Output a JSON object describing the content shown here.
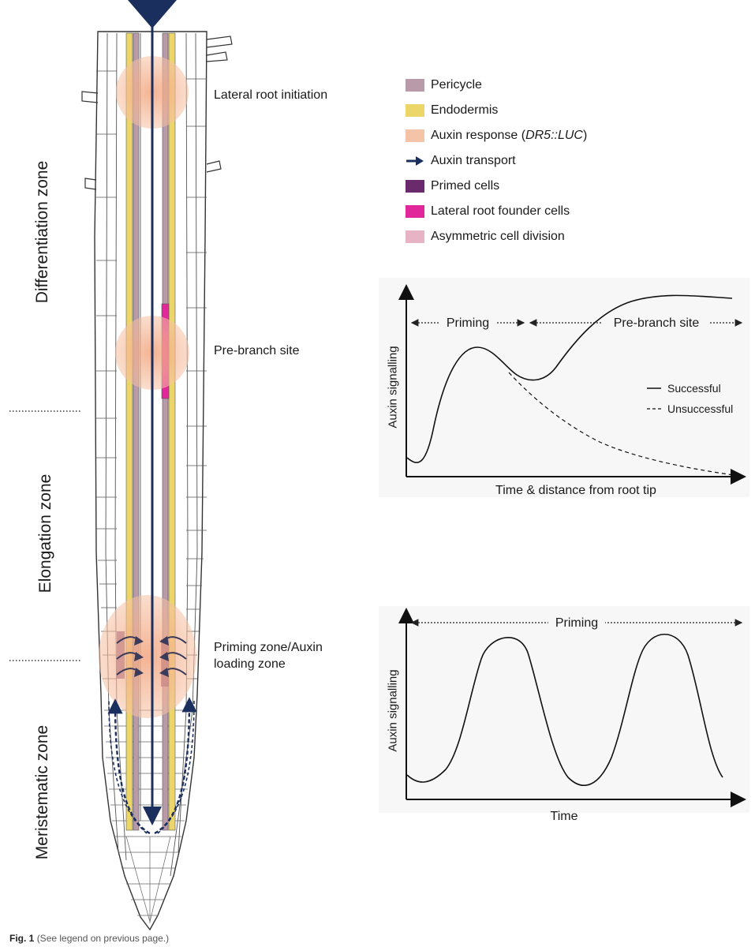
{
  "zones": {
    "differentiation": "Differentiation zone",
    "elongation": "Elongation zone",
    "meristematic": "Meristematic zone"
  },
  "annotations": {
    "lateral_root_initiation": "Lateral root initiation",
    "pre_branch_site": "Pre-branch site",
    "priming_zone_line1": "Priming zone/Auxin",
    "priming_zone_line2": "loading zone"
  },
  "legend": [
    {
      "label": "Pericycle",
      "color": "#b89aa8"
    },
    {
      "label": "Endodermis",
      "color": "#ecd66a"
    },
    {
      "label_pre": "Auxin response (",
      "label_italic": "DR5::LUC",
      "label_post": ")",
      "color": "#f5c4a8"
    },
    {
      "label": "Auxin transport",
      "color": "#1b2f5e",
      "icon": "arrow-icon"
    },
    {
      "label": "Primed cells",
      "color": "#6b2a6b"
    },
    {
      "label": "Lateral root founder cells",
      "color": "#e0289a"
    },
    {
      "label": "Asymmetric cell division",
      "color": "#e6b4c4"
    }
  ],
  "chart_data": [
    {
      "type": "line",
      "ylabel": "Auxin signalling",
      "xlabel": "Time & distance from root tip",
      "phases": [
        "Priming",
        "Pre-branch site"
      ],
      "series": [
        {
          "name": "Successful",
          "style": "solid"
        },
        {
          "name": "Unsuccessful",
          "style": "dashed"
        }
      ]
    },
    {
      "type": "line",
      "ylabel": "Auxin signalling",
      "xlabel": "Time",
      "phases": [
        "Priming"
      ]
    }
  ],
  "caption": {
    "label": "Fig. 1",
    "text": "(See legend on previous page.)"
  }
}
